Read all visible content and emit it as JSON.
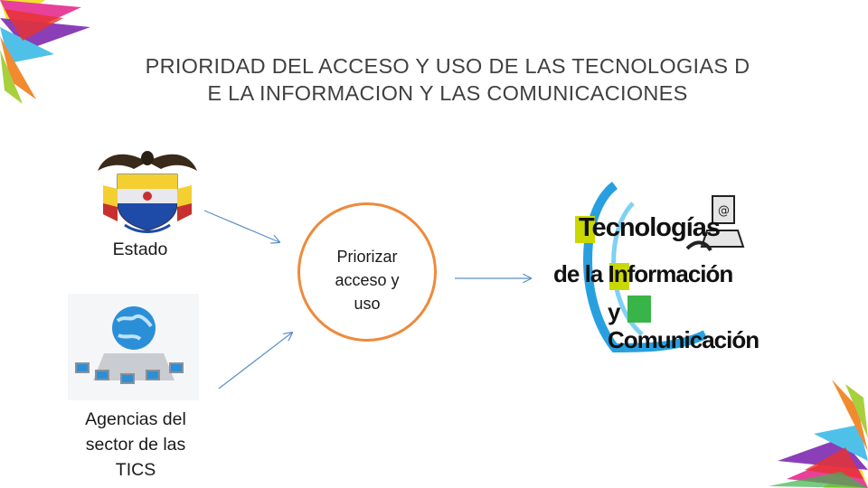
{
  "title": {
    "line1": "PRIORIDAD DEL ACCESO Y USO DE LAS TECNOLOGIAS D",
    "line2": "E LA INFORMACION Y LAS COMUNICACIONES"
  },
  "nodes": {
    "estado": "Estado",
    "agencias": [
      "Agencias del",
      "sector de las",
      "TICS"
    ],
    "center": [
      "Priorizar",
      "acceso y",
      "uso"
    ]
  },
  "logo": {
    "line1": "Tecnologías",
    "line2": "de la Información",
    "line3": "y Comunicación"
  },
  "colors": {
    "circle_border": "#ee8a3c",
    "arrow": "#5b8fc7",
    "title": "#404040"
  }
}
